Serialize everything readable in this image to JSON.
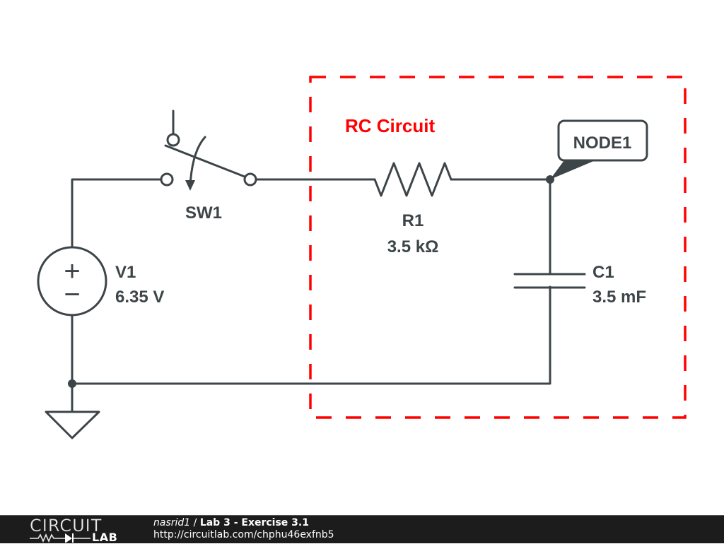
{
  "schematic": {
    "group_label": "RC Circuit",
    "node_label": "NODE1",
    "components": {
      "switch": {
        "name": "SW1"
      },
      "voltage_source": {
        "name": "V1",
        "value": "6.35 V",
        "plus": "+",
        "minus": "−"
      },
      "resistor": {
        "name": "R1",
        "value": "3.5 kΩ"
      },
      "capacitor": {
        "name": "C1",
        "value": "3.5 mF"
      }
    },
    "colors": {
      "wire": "#3d4548",
      "group_box": "#ff0000"
    }
  },
  "footer": {
    "logo_top": "CIRCUIT",
    "logo_bottom": "LAB",
    "user": "nasrid1",
    "separator": " / ",
    "title": "Lab 3 - Exercise 3.1",
    "url": "http://circuitlab.com/chphu46exfnb5"
  }
}
